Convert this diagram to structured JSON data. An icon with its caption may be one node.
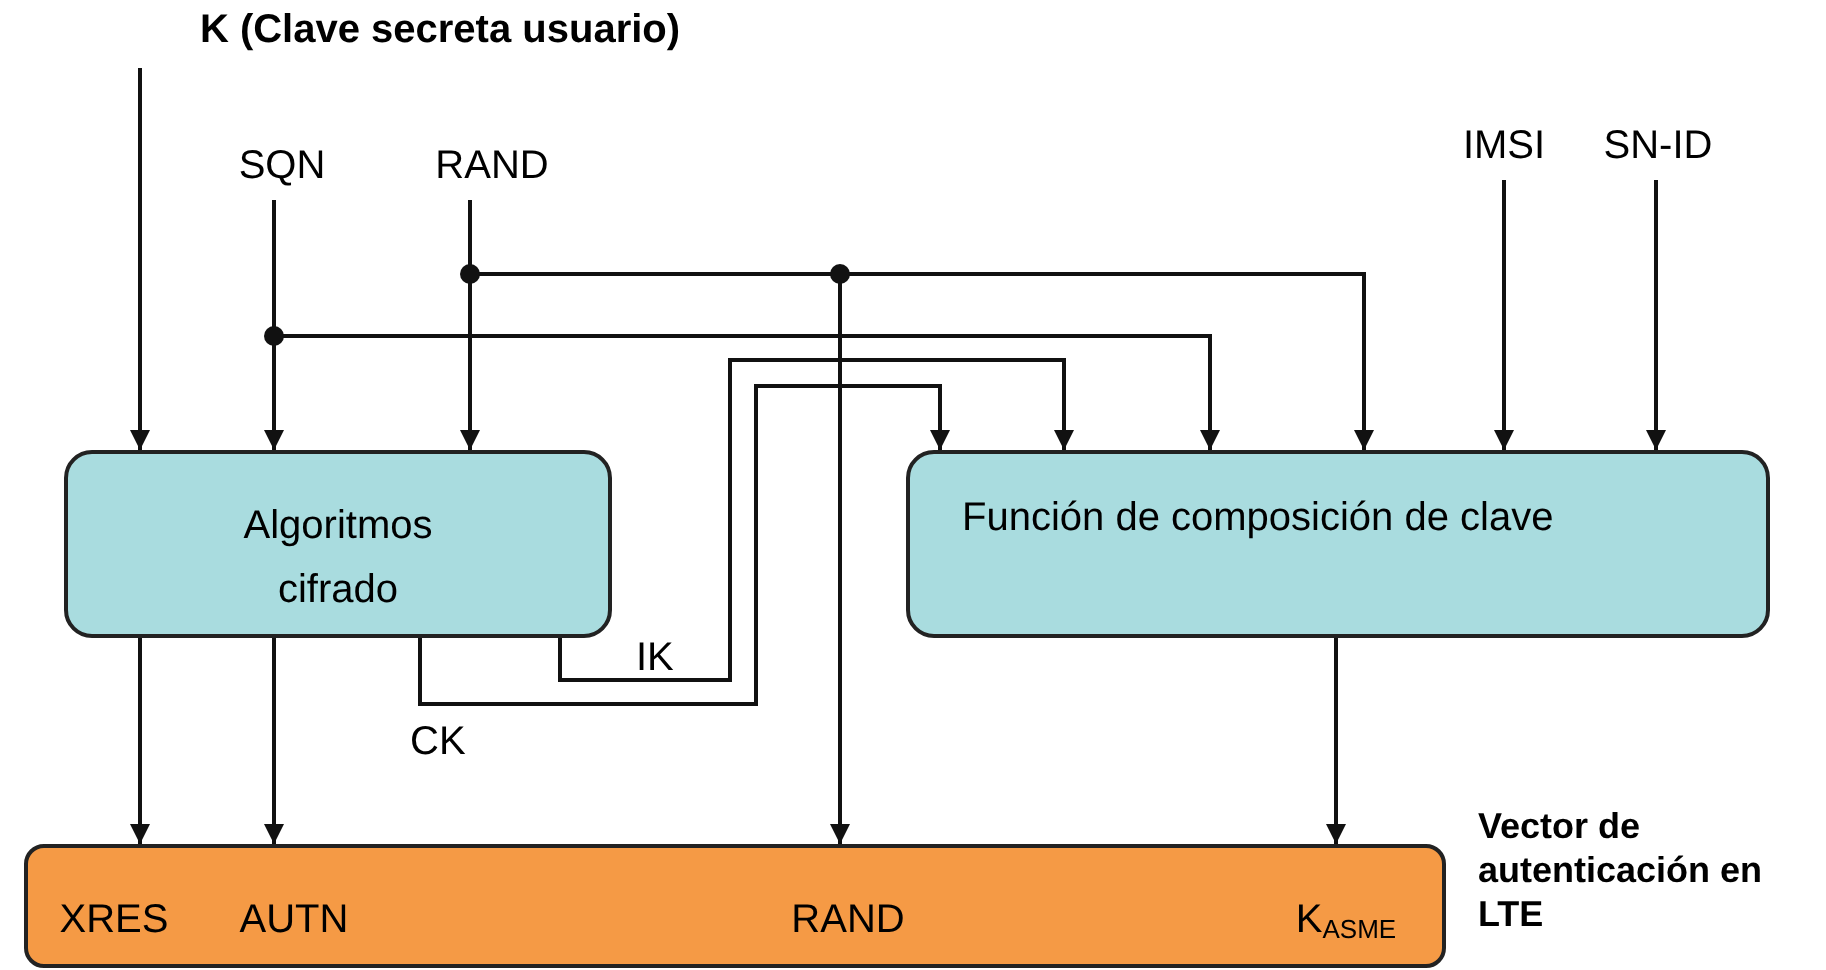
{
  "diagram": {
    "nodes": [
      {
        "text": [
          "K (Clave secreta usuario)"
        ]
      },
      {
        "text": [
          "SQN"
        ]
      },
      {
        "text": [
          "RAND"
        ]
      },
      {
        "text": [
          "IMSI"
        ]
      },
      {
        "text": [
          "SN-ID"
        ]
      },
      {
        "text": [
          "Algoritmos cifrado"
        ]
      },
      {
        "text": [
          "Función de composición de clave"
        ]
      },
      {
        "text": [],
        "shape": "bar",
        "beside": [
          "Vector de autenticación en LTE"
        ]
      },
      {
        "text": [
          "XRES"
        ],
        "in": 7
      },
      {
        "text": [
          "AUTN"
        ],
        "in": 7
      },
      {
        "text": [
          "RAND"
        ],
        "in": 7
      },
      {
        "text": [
          "K$_{ASME}$"
        ],
        "in": 7
      }
    ],
    "edges": [
      {
        "from": 0,
        "to": 5,
        "arrow": "to"
      },
      {
        "from": 1,
        "to": 5,
        "arrow": "to"
      },
      {
        "from": 1,
        "to": 6,
        "arrow": "to"
      },
      {
        "from": 2,
        "to": 5,
        "arrow": "to"
      },
      {
        "from": 2,
        "to": 6,
        "arrow": "to"
      },
      {
        "from": 2,
        "to": 10,
        "arrow": "to"
      },
      {
        "from": 3,
        "to": 6,
        "arrow": "to"
      },
      {
        "from": 4,
        "to": 6,
        "arrow": "to"
      },
      {
        "from": 5,
        "to": 6,
        "arrow": "to",
        "label": "IK"
      },
      {
        "from": 5,
        "to": 6,
        "arrow": "to",
        "label": "CK"
      },
      {
        "from": 5,
        "to": 8,
        "arrow": "to"
      },
      {
        "from": 5,
        "to": 9,
        "arrow": "to"
      },
      {
        "from": 6,
        "to": 11,
        "arrow": "to"
      }
    ]
  }
}
